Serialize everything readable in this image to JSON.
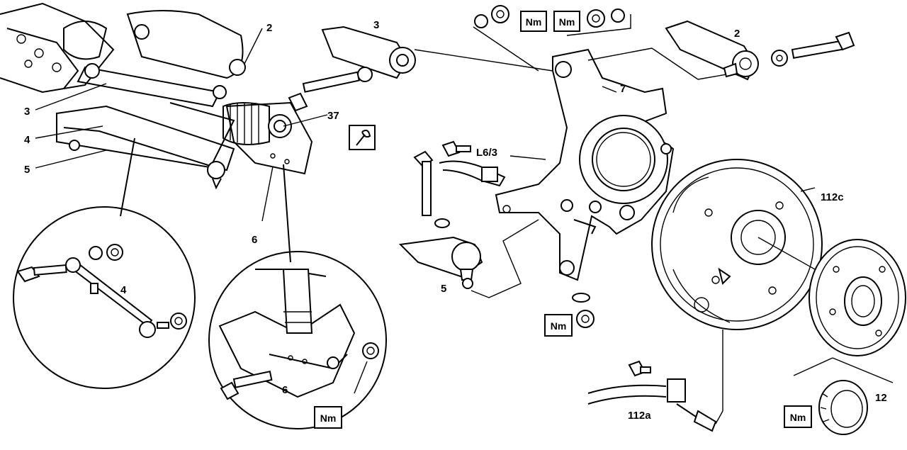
{
  "labels": {
    "l2a": "2",
    "l2b": "2",
    "l3a": "3",
    "l3b": "3",
    "l4a": "4",
    "l4b": "4",
    "l5a": "5",
    "l5b": "5",
    "l6a": "6",
    "l6b": "6",
    "l7": "7",
    "l12": "12",
    "l37": "37",
    "l63": "L6/3",
    "l112a": "112a",
    "l112c": "112c"
  },
  "torque_marks": [
    "Nm",
    "Nm",
    "Nm",
    "Nm",
    "Nm"
  ]
}
